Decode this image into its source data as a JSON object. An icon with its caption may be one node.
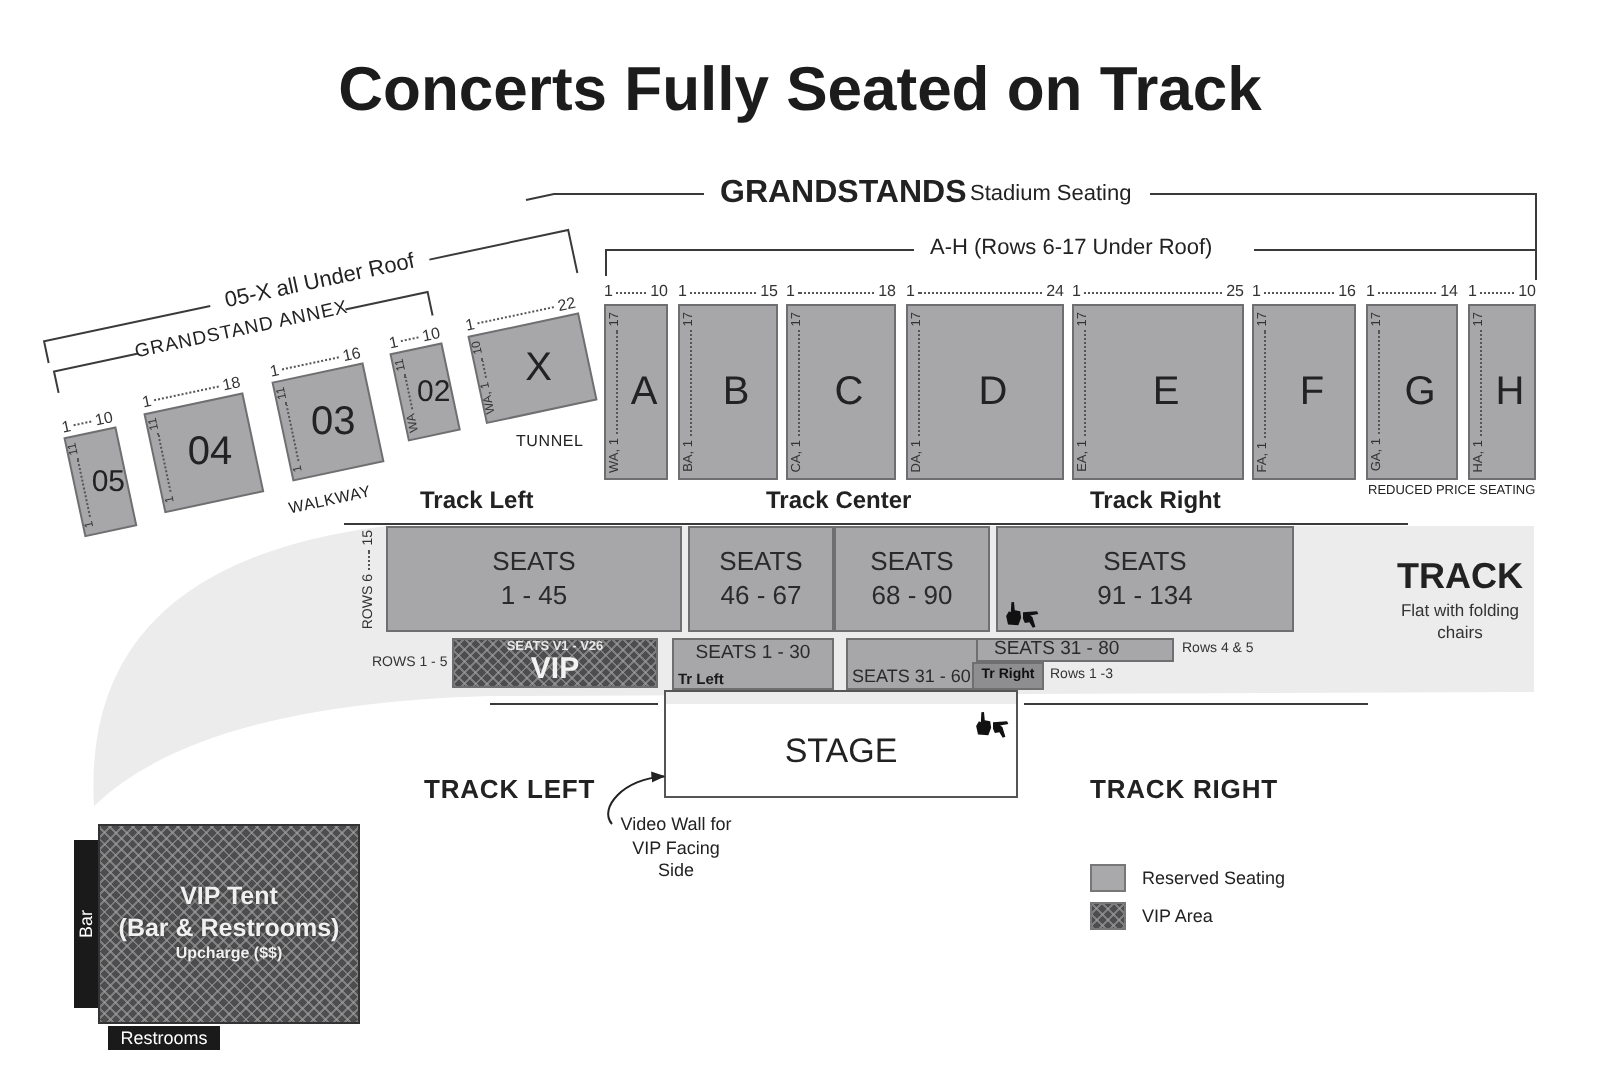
{
  "diagram": {
    "title": "Concerts Fully Seated on Track",
    "nodes": [
      {
        "text": [
          "05",
          "1",
          "11",
          "1",
          "10"
        ]
      },
      {
        "text": [
          "04",
          "1",
          "11",
          "1",
          "18"
        ]
      },
      {
        "text": [
          "03",
          "1",
          "11",
          "1",
          "16"
        ]
      },
      {
        "text": [
          "02",
          "WA",
          "11",
          "1",
          "10"
        ]
      },
      {
        "text": [
          "X",
          "WA, 1",
          "10",
          "1",
          "22"
        ]
      },
      {
        "text": [
          "A",
          "WA, 1",
          "17"
        ],
        "beside": [
          "1",
          "10"
        ]
      },
      {
        "text": [
          "B",
          "BA, 1",
          "17"
        ],
        "beside": [
          "1",
          "15"
        ]
      },
      {
        "text": [
          "C",
          "CA, 1",
          "17"
        ],
        "beside": [
          "1",
          "18"
        ]
      },
      {
        "text": [
          "D",
          "DA, 1",
          "17"
        ],
        "beside": [
          "1",
          "24"
        ]
      },
      {
        "text": [
          "E",
          "EA, 1",
          "17"
        ],
        "beside": [
          "1",
          "25"
        ]
      },
      {
        "text": [
          "F",
          "FA, 1",
          "17"
        ],
        "beside": [
          "1",
          "16"
        ]
      },
      {
        "text": [
          "G",
          "GA, 1",
          "17"
        ],
        "beside": [
          "1",
          "14"
        ]
      },
      {
        "text": [
          "H",
          "HA, 1",
          "17"
        ],
        "beside": [
          "1",
          "10"
        ]
      },
      {
        "text": [
          "TRACK",
          "Flat with folding chairs"
        ]
      },
      {
        "text": [
          "SEATS",
          "1 - 45"
        ],
        "in": 13,
        "beside": [
          "ROWS 6",
          "15"
        ]
      },
      {
        "text": [
          "SEATS",
          "46 - 67"
        ],
        "in": 13
      },
      {
        "text": [
          "SEATS",
          "68 - 90"
        ],
        "in": 13
      },
      {
        "text": [
          "SEATS",
          "91 - 134"
        ],
        "in": 13
      },
      {
        "text": [
          "SEATS V1 - V26",
          "VIP"
        ],
        "in": 13,
        "beside": [
          "ROWS 1 - 5"
        ]
      },
      {
        "text": [
          "SEATS 1 - 30",
          "Tr Left"
        ],
        "in": 13
      },
      {
        "text": [
          "SEATS 31 - 80"
        ],
        "in": 13,
        "beside": [
          "Rows 4 & 5"
        ]
      },
      {
        "text": [
          "SEATS 31 - 60",
          "Tr Right"
        ],
        "in": 13,
        "beside": [
          "Rows 1 -3"
        ]
      },
      {
        "text": [
          "STAGE"
        ]
      },
      {
        "text": [
          "Video Wall for VIP Facing Side"
        ]
      },
      {
        "text": [
          "VIP Tent",
          "(Bar & Restrooms)",
          "Upcharge ($$)"
        ]
      },
      {
        "text": [
          "Bar"
        ]
      },
      {
        "text": [
          "Restrooms"
        ]
      }
    ],
    "edges": [
      {
        "from": 23,
        "to": 22,
        "arrow": "to"
      }
    ],
    "labels": [
      "GRANDSTANDS",
      "Stadium Seating",
      "05-X all Under Roof",
      "A-H (Rows 6-17 Under Roof)",
      "GRANDSTAND ANNEX",
      "TUNNEL",
      "WALKWAY",
      "Track Left",
      "Track Center",
      "Track Right",
      "REDUCED PRICE SEATING",
      "TRACK LEFT",
      "TRACK RIGHT"
    ],
    "legend": [
      {
        "text": "Reserved Seating",
        "color": "#a9a9ab"
      },
      {
        "text": "VIP Area"
      }
    ]
  }
}
